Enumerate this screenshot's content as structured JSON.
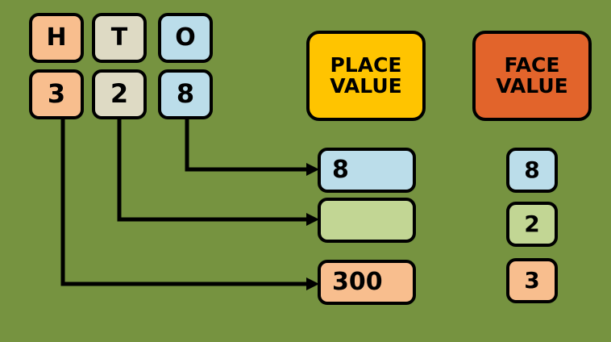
{
  "theme": {
    "background": "#769340",
    "outline": "#000000",
    "peach": "#F8BE8E",
    "tan": "#DEDAC4",
    "blue": "#BBDDEA",
    "green": "#C2D694",
    "amber": "#FFC400",
    "orangered": "#E2642B"
  },
  "place_columns": [
    {
      "heading": "H",
      "digit": "3",
      "color": "#F8BE8E"
    },
    {
      "heading": "T",
      "digit": "2",
      "color": "#DEDAC4"
    },
    {
      "heading": "O",
      "digit": "8",
      "color": "#BBDDEA"
    }
  ],
  "headers": {
    "place_value": {
      "line1": "PLACE",
      "line2": "VALUE",
      "color": "#FFC400"
    },
    "face_value": {
      "line1": "FACE",
      "line2": "VALUE",
      "color": "#E2642B"
    }
  },
  "place_value_results": [
    {
      "value": "8",
      "color": "#BBDDEA"
    },
    {
      "value": "",
      "color": "#C2D694"
    },
    {
      "value": "300",
      "color": "#F8BE8E"
    }
  ],
  "face_value_results": [
    {
      "value": "8",
      "color": "#BBDDEA"
    },
    {
      "value": "2",
      "color": "#C2D694"
    },
    {
      "value": "3",
      "color": "#F8BE8E"
    }
  ],
  "connectors": [
    {
      "from": "8",
      "to": "place-value-result-0"
    },
    {
      "from": "2",
      "to": "place-value-result-1"
    },
    {
      "from": "3",
      "to": "place-value-result-2"
    }
  ]
}
